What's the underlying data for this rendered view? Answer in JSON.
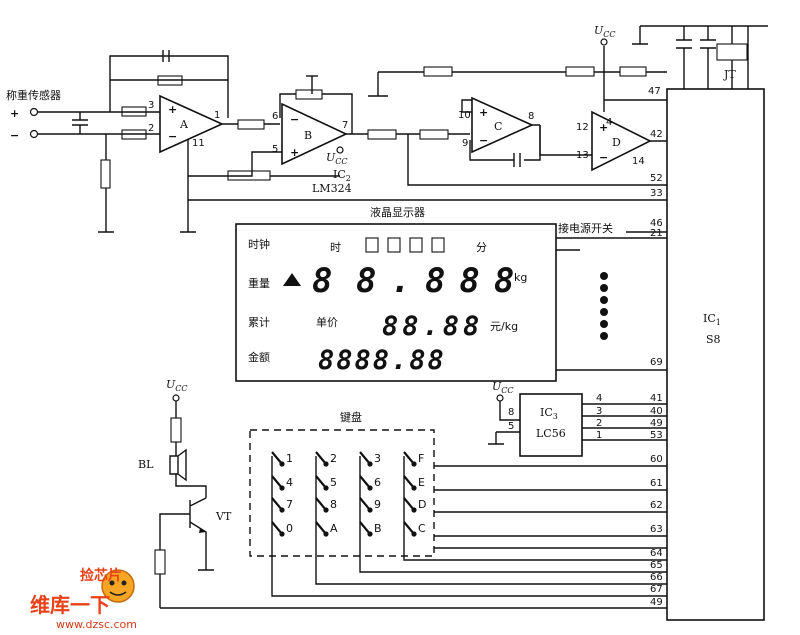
{
  "sensor_label": "称重传感器",
  "plus": "+",
  "minus": "−",
  "vcc": "U",
  "vcc_sub": "CC",
  "opamps": {
    "a": "A",
    "b": "B",
    "c": "C",
    "d": "D"
  },
  "ic2": {
    "name": "IC",
    "sub": "2",
    "part": "LM324"
  },
  "ic1": {
    "name": "IC",
    "sub": "1",
    "part": "S8"
  },
  "ic3": {
    "name": "IC",
    "sub": "3",
    "part": "LC56"
  },
  "crystal": "JT",
  "lcd": {
    "title": "液晶显示器",
    "row_clock": "时钟",
    "hour": "时",
    "minute": "分",
    "row_weight": "重量",
    "weight_digits": "8.888",
    "weight_first_digit": "8",
    "kg": "kg",
    "row_accum": "累计",
    "unit_price": "单价",
    "price_digits": "88.88",
    "price_unit": "元/kg",
    "row_amount": "金额",
    "amount_digits": "8888.88"
  },
  "power_switch": "接电源开关",
  "keyboard_title": "键盘",
  "keys": [
    "1",
    "2",
    "3",
    "F",
    "4",
    "5",
    "6",
    "E",
    "7",
    "8",
    "9",
    "D",
    "0",
    "A",
    "B",
    "C"
  ],
  "bl": "BL",
  "vt": "VT",
  "pins": {
    "a_in3": "3",
    "a_in2": "2",
    "a_out": "1",
    "a_vcc": "11",
    "b_in6": "6",
    "b_in5": "5",
    "b_out": "7",
    "c_in10": "10",
    "c_in9": "9",
    "c_out": "8",
    "d_in12": "12",
    "d_in13": "13",
    "d_out": "14",
    "d_vcc": "4",
    "ic1_47": "47",
    "ic1_42": "42",
    "ic1_52": "52",
    "ic1_33": "33",
    "ic1_46": "46",
    "ic1_21": "21",
    "ic1_69": "69",
    "ic1_41": "41",
    "ic1_40": "40",
    "ic1_49b": "49",
    "ic1_53": "53",
    "ic1_60": "60",
    "ic1_61": "61",
    "ic1_62": "62",
    "ic1_63": "63",
    "ic1_64": "64",
    "ic1_65": "65",
    "ic1_66": "66",
    "ic1_67": "67",
    "ic1_49": "49",
    "ic3_4": "4",
    "ic3_3": "3",
    "ic3_2": "2",
    "ic3_1": "1",
    "ic3_8": "8",
    "ic3_5": "5"
  },
  "watermark": {
    "top": "捡芯片",
    "main": "维库一下",
    "url": "www.dzsc.com"
  }
}
